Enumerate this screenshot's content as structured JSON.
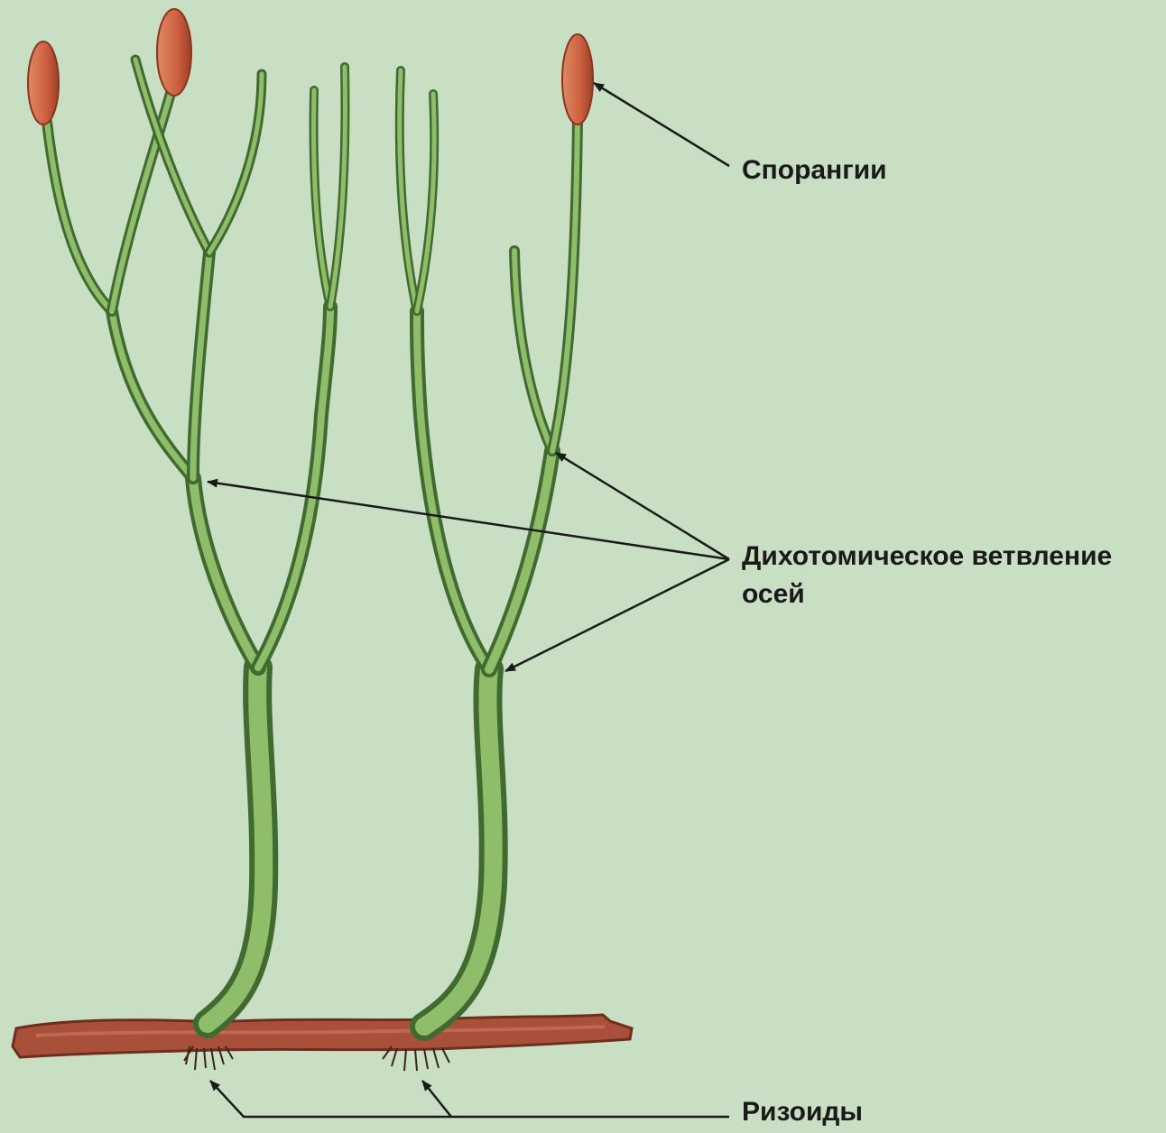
{
  "labels": {
    "sporangia": "Спорангии",
    "branching_line1": "Дихотомическое ветвление",
    "branching_line2": "осей",
    "rhizoids": "Ризоиды"
  },
  "colors": {
    "background": "#c9dfc3",
    "stem_dark": "#4d7a3a",
    "stem_light": "#8fb86a",
    "sporangium": "#d0694a",
    "sporangium_dark": "#9c3f27",
    "rhizome": "#a8503a",
    "rhizome_dark": "#6e2e1e",
    "arrow": "#1a1a1a"
  }
}
